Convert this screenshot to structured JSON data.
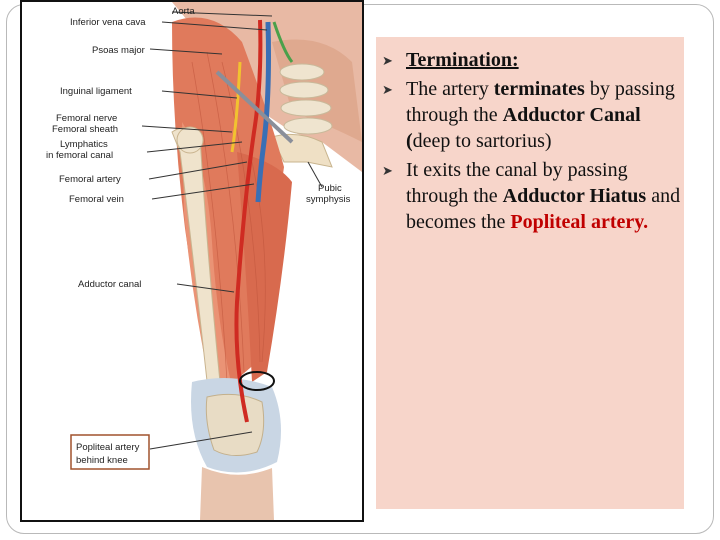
{
  "figure": {
    "labels": {
      "aorta": "Aorta",
      "ivc": "Inferior vena cava",
      "psoas": "Psoas major",
      "inguinal": "Inguinal ligament",
      "femoral_nerve": "Femoral nerve",
      "femoral_sheath": "Femoral sheath",
      "lymphatics": "Lymphatics",
      "femoral_canal": "in femoral canal",
      "femoral_artery": "Femoral artery",
      "femoral_vein": "Femoral vein",
      "pubic": "Pubic",
      "symphysis": "symphysis",
      "adductor_canal": "Adductor canal",
      "popliteal_1": "Popliteal artery",
      "popliteal_2": "behind knee"
    }
  },
  "notes": {
    "b1": {
      "heading": "Termination:"
    },
    "b2": {
      "t1": "The artery ",
      "t2": "terminates",
      "t3": " by passing through the ",
      "t4": "Adductor Canal (",
      "t5": "deep to sartorius)"
    },
    "b3": {
      "t1": "It exits the canal by passing through the ",
      "t2": "Adductor Hiatus",
      "t3": " and becomes the ",
      "t4": "Popliteal artery."
    }
  },
  "icons": {
    "bullet": "arrow-bullet-icon"
  },
  "colors": {
    "panel": "#f7d5ca",
    "accent_red": "#c00000"
  }
}
